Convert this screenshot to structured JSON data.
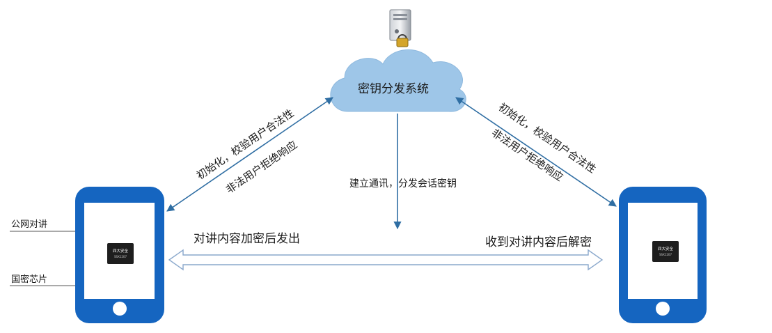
{
  "cloud": {
    "label": "密钥分发系统"
  },
  "labels": {
    "left_edge_1": "初始化，校验用户合法性",
    "left_edge_2": "非法用户拒绝响应",
    "right_edge_1": "初始化，校验用户合法性",
    "right_edge_2": "非法用户拒绝响应",
    "center_down": "建立通讯，分发会话密钥",
    "send": "对讲内容加密后发出",
    "receive": "收到对讲内容后解密",
    "callout_network": "公网对讲",
    "callout_chip": "国密芯片"
  },
  "chip": {
    "brand": "四大安全",
    "model": "SSX1207"
  },
  "colors": {
    "phone": "#1565c0",
    "cloud": "#9ec6e8",
    "arrow": "#2f6ea3",
    "double_arrow_outline": "#8aa8cc"
  },
  "icons": {
    "server": "server-lock-icon"
  }
}
